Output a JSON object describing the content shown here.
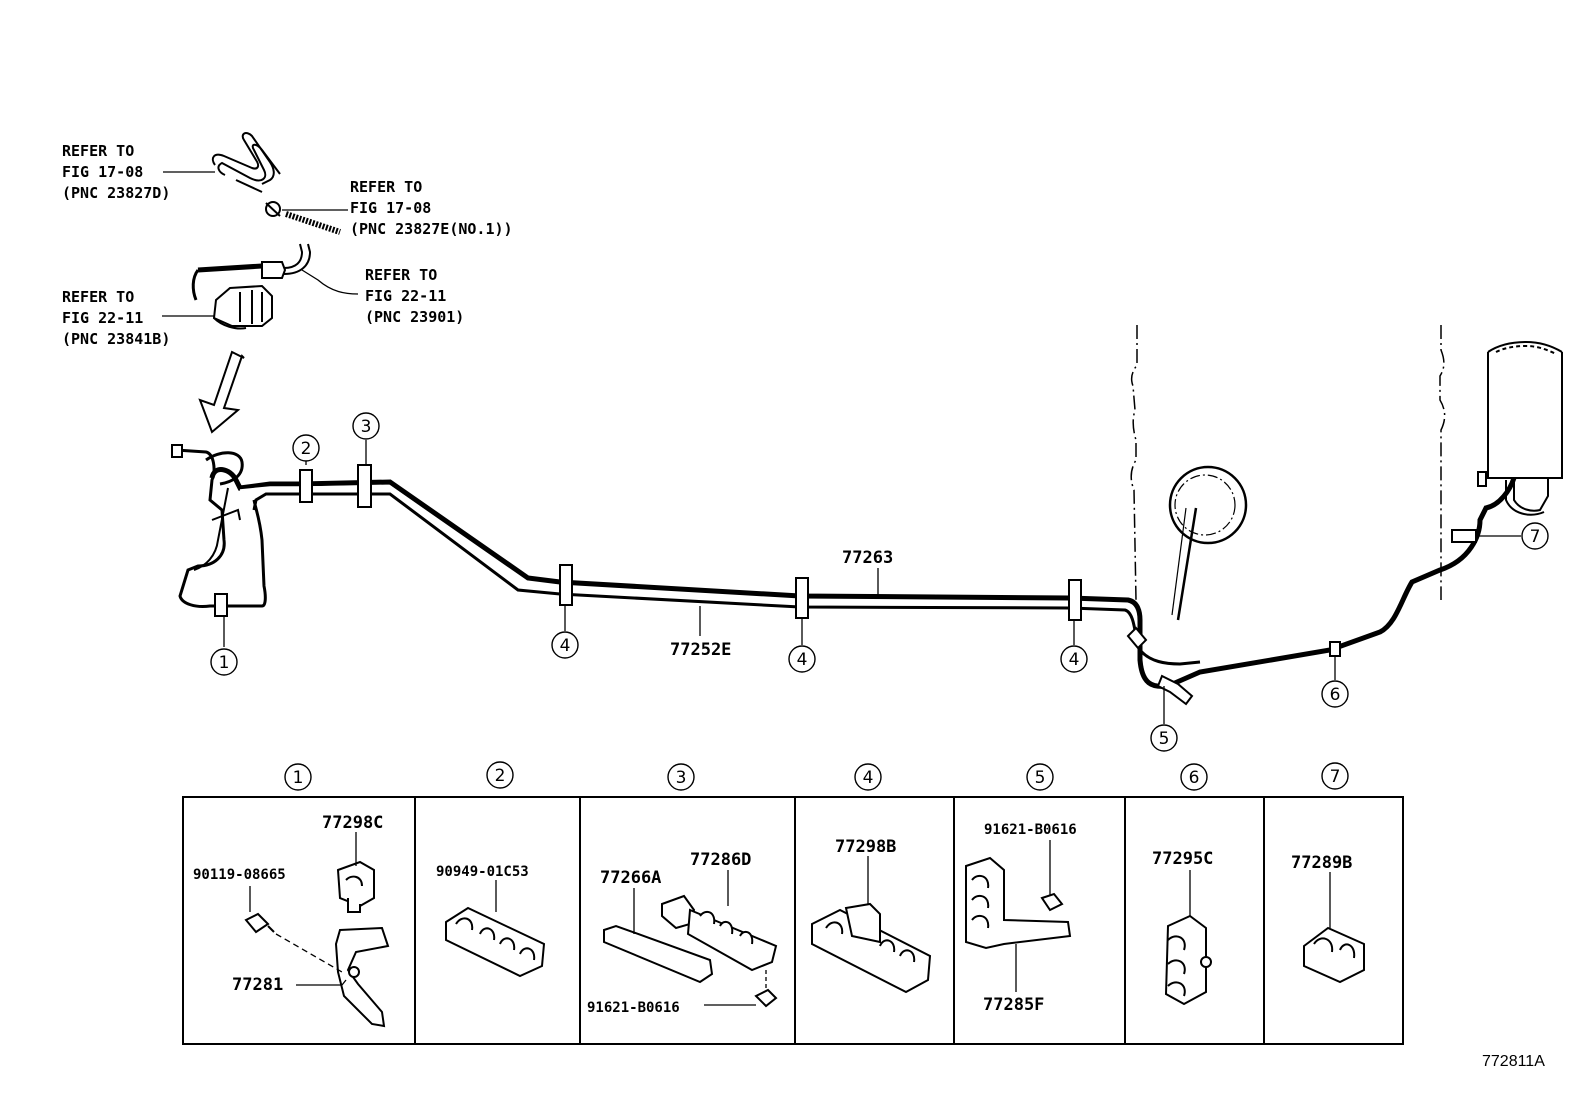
{
  "refs": {
    "r1": [
      "REFER TO",
      "FIG 17-08",
      "(PNC 23827D)"
    ],
    "r2": [
      "REFER TO",
      "FIG 17-08",
      "(PNC 23827E(NO.1))"
    ],
    "r3": [
      "REFER TO",
      "FIG 22-11",
      "(PNC 23901)"
    ],
    "r4": [
      "REFER TO",
      "FIG 22-11",
      "(PNC 23841B)"
    ]
  },
  "main_parts": {
    "tube_upper": "77263",
    "tube_lower": "77252E"
  },
  "callouts": {
    "c1": "1",
    "c2": "2",
    "c3": "3",
    "c4": "4",
    "c5": "5",
    "c6": "6",
    "c7": "7"
  },
  "table": {
    "headers": [
      "1",
      "2",
      "3",
      "4",
      "5",
      "6",
      "7"
    ],
    "cell1": {
      "a": "77298C",
      "b": "90119-08665",
      "c": "77281"
    },
    "cell2": {
      "a": "90949-01C53"
    },
    "cell3": {
      "a": "77266A",
      "b": "77286D",
      "c": "91621-B0616"
    },
    "cell4": {
      "a": "77298B"
    },
    "cell5": {
      "a": "91621-B0616",
      "b": "77285F"
    },
    "cell6": {
      "a": "77295C"
    },
    "cell7": {
      "a": "77289B"
    }
  },
  "figure_id": "772811A"
}
